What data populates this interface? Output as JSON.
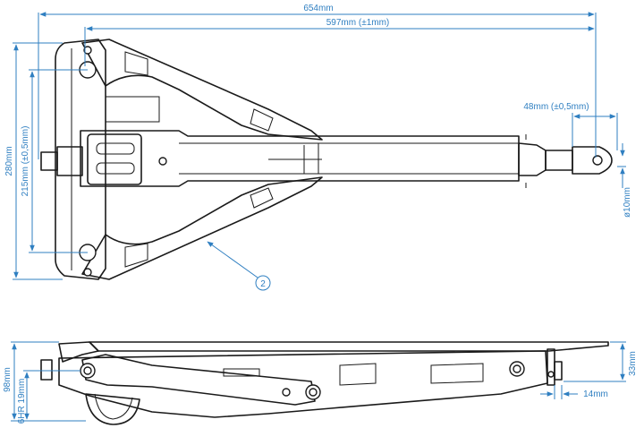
{
  "dimensions": {
    "overall_length": "654mm",
    "hole_spacing": "597mm (±1mm)",
    "bracket_width": "280mm",
    "bolt_spacing": "215mm (±0,5mm)",
    "tab_length": "48mm (±0,5mm)",
    "pin_diameter": "ø10mm",
    "side_height": "98mm",
    "hr_height": "6HR 19mm",
    "plate_height": "33mm",
    "plate_offset": "14mm"
  },
  "callout": {
    "number": "2"
  },
  "colors": {
    "dimension": "#2f7fc1",
    "part": "#1a1a1a",
    "background": "#ffffff"
  }
}
